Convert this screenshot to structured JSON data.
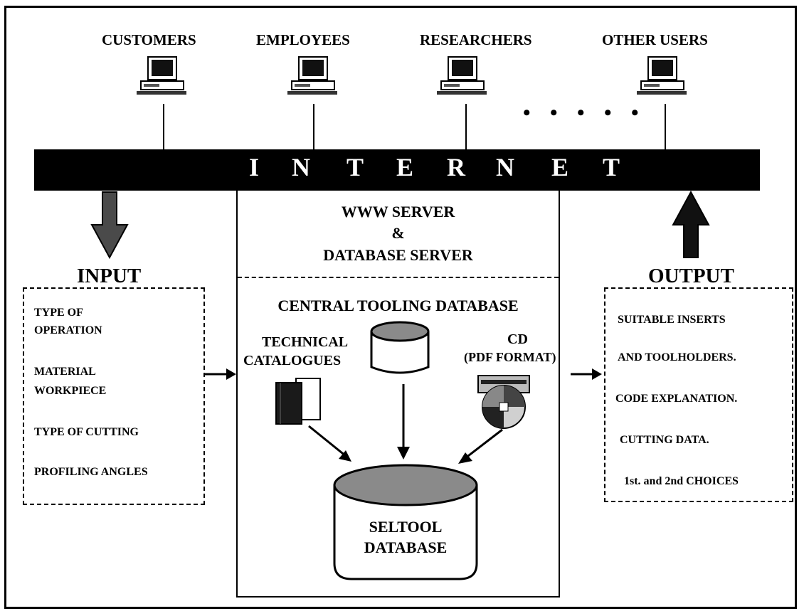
{
  "users": [
    {
      "label": "CUSTOMERS"
    },
    {
      "label": "EMPLOYEES"
    },
    {
      "label": "RESEARCHERS"
    },
    {
      "label": "OTHER USERS"
    }
  ],
  "ellipsis": "• • • • •",
  "internet": [
    "I",
    "N",
    "T",
    "E",
    "R",
    "N",
    "E",
    "T"
  ],
  "server": {
    "line1": "WWW SERVER",
    "line2": "&",
    "line3": "DATABASE SERVER"
  },
  "central_db": {
    "title": "CENTRAL TOOLING DATABASE",
    "technical_line1": "TECHNICAL",
    "technical_line2": "CATALOGUES",
    "cd_line1": "CD",
    "cd_line2": "(PDF FORMAT)",
    "seltool_line1": "SELTOOL",
    "seltool_line2": "DATABASE"
  },
  "input": {
    "title": "INPUT",
    "items": [
      "TYPE OF",
      "OPERATION",
      "MATERIAL",
      "WORKPIECE",
      "TYPE OF CUTTING",
      "PROFILING ANGLES"
    ]
  },
  "output": {
    "title": "OUTPUT",
    "items": [
      "SUITABLE INSERTS",
      "AND  TOOLHOLDERS.",
      "CODE EXPLANATION.",
      "CUTTING DATA.",
      "1st. and  2nd CHOICES"
    ]
  },
  "colors": {
    "bar": "#000000",
    "arrow_fill": "#4a4a4a",
    "database_fill": "#8a8a8a",
    "book_dark": "#1a1a1a"
  }
}
